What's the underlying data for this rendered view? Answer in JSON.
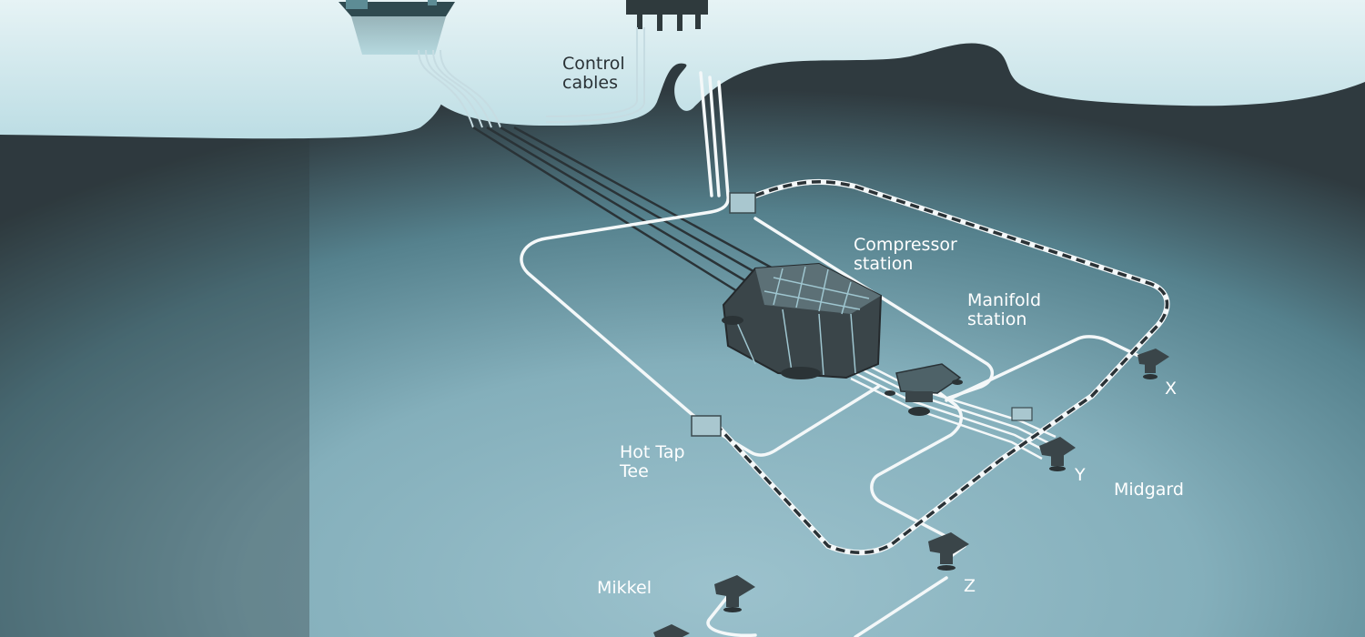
{
  "labels": {
    "control_cables": [
      "Control",
      "cables"
    ],
    "compressor_station": [
      "Compressor",
      "station"
    ],
    "manifold_station": [
      "Manifold",
      "station"
    ],
    "hot_tap_tee": [
      "Hot Tap",
      "Tee"
    ],
    "midgard": "Midgard",
    "mikkel": "Mikkel",
    "well_x": "X",
    "well_y": "Y",
    "well_z": "Z"
  },
  "colors": {
    "sea_surface": "#cfe7ec",
    "seabed_dark": "#2c3236",
    "seabed_teal": "#5b8c99",
    "seabed_light": "#93bcc8",
    "pipeline": "#f4f8f9",
    "dashed_pipeline": "#2a3236",
    "structure_dark": "#3a4549"
  }
}
